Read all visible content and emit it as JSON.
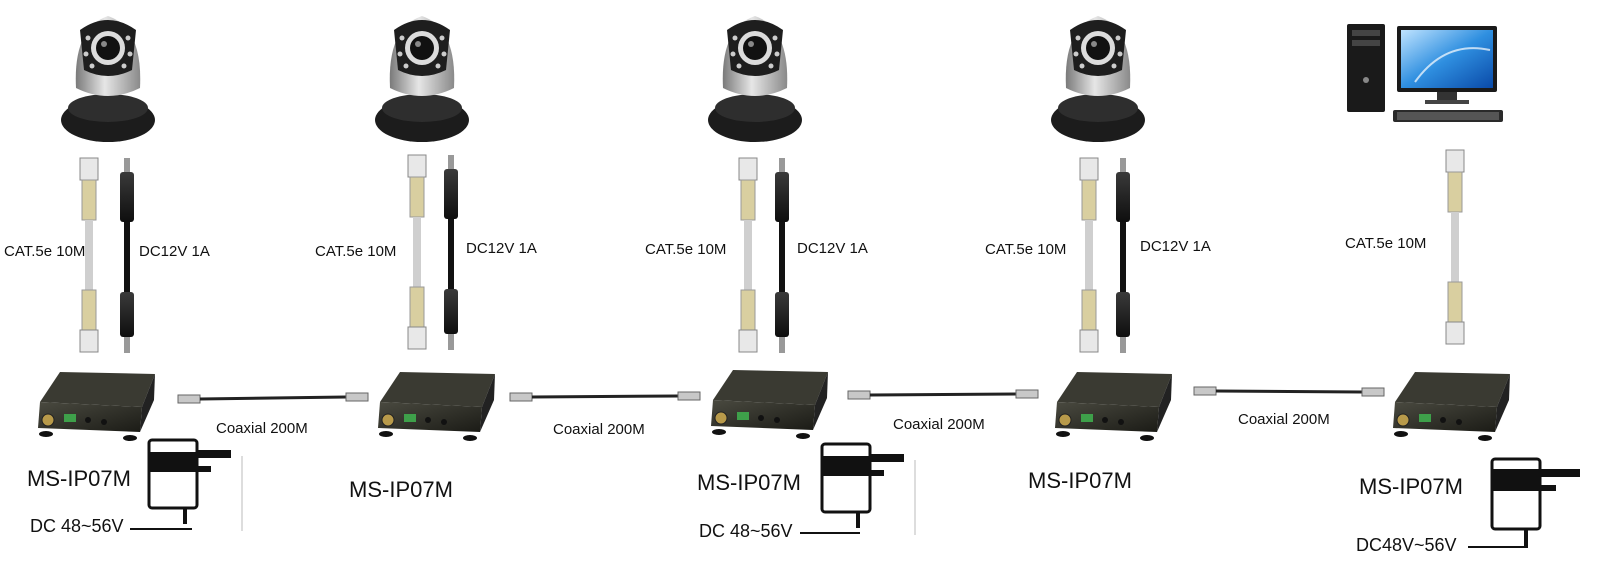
{
  "diagram": {
    "cameras": [
      {
        "id": "cam1",
        "device": {
          "model": "MS-IP07M"
        },
        "ethernet_label": "CAT.5e 10M",
        "power_label": "DC12V 1A",
        "adapter": {
          "voltage_label": "DC 48~56V"
        }
      },
      {
        "id": "cam2",
        "device": {
          "model": "MS-IP07M"
        },
        "ethernet_label": "CAT.5e 10M",
        "power_label": "DC12V 1A"
      },
      {
        "id": "cam3",
        "device": {
          "model": "MS-IP07M"
        },
        "ethernet_label": "CAT.5e 10M",
        "power_label": "DC12V 1A",
        "adapter": {
          "voltage_label": "DC 48~56V"
        }
      },
      {
        "id": "cam4",
        "device": {
          "model": "MS-IP07M"
        },
        "ethernet_label": "CAT.5e 10M",
        "power_label": "DC12V 1A"
      }
    ],
    "pc": {
      "ethernet_label": "CAT.5e 10M",
      "device": {
        "model": "MS-IP07M"
      },
      "adapter": {
        "voltage_label": "DC48V~56V"
      }
    },
    "coax_links": [
      {
        "label": "Coaxial  200M"
      },
      {
        "label": "Coaxial  200M"
      },
      {
        "label": "Coaxial  200M"
      },
      {
        "label": "Coaxial  200M"
      }
    ]
  }
}
